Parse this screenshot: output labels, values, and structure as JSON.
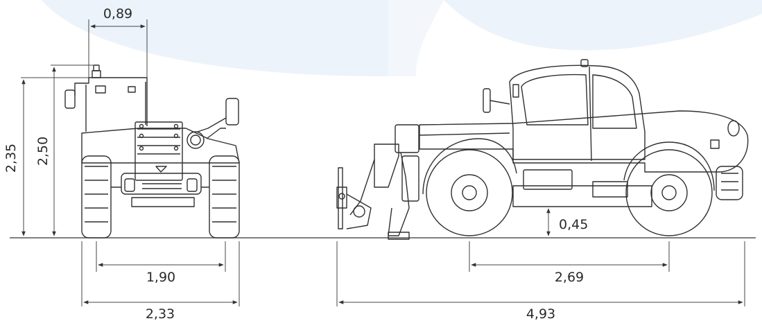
{
  "colors": {
    "line": "#2f2f2f",
    "dim": "#444444",
    "watermark": "#eaf1f9",
    "background": "#ffffff"
  },
  "front_view": {
    "top_width": "0,89",
    "height_cab": "2,35",
    "height_beacon": "2,50",
    "track_width": "1,90",
    "overall_width": "2,33"
  },
  "side_view": {
    "ground_clearance": "0,45",
    "wheelbase": "2,69",
    "overall_length": "4,93"
  }
}
